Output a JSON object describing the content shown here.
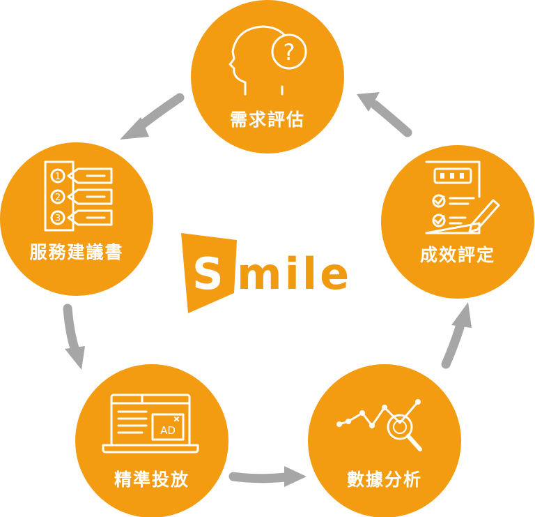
{
  "logo": {
    "letter": "S",
    "text": "mile"
  },
  "nodes": [
    {
      "id": "needs-assessment",
      "label": "需求評估",
      "icon": "head-question-icon"
    },
    {
      "id": "results-evaluation",
      "label": "成效評定",
      "icon": "checklist-pencil-icon"
    },
    {
      "id": "data-analysis",
      "label": "數據分析",
      "icon": "chart-magnifier-icon"
    },
    {
      "id": "precision-delivery",
      "label": "精準投放",
      "icon": "laptop-ad-icon"
    },
    {
      "id": "service-proposal",
      "label": "服務建議書",
      "icon": "numbered-list-icon"
    }
  ],
  "icon_text": {
    "question": "?",
    "ad": "AD",
    "n1": "1",
    "n2": "2",
    "n3": "3"
  },
  "colors": {
    "node": "#f39c12",
    "arrow": "#a6a6a6",
    "logo": "#f09a10"
  }
}
